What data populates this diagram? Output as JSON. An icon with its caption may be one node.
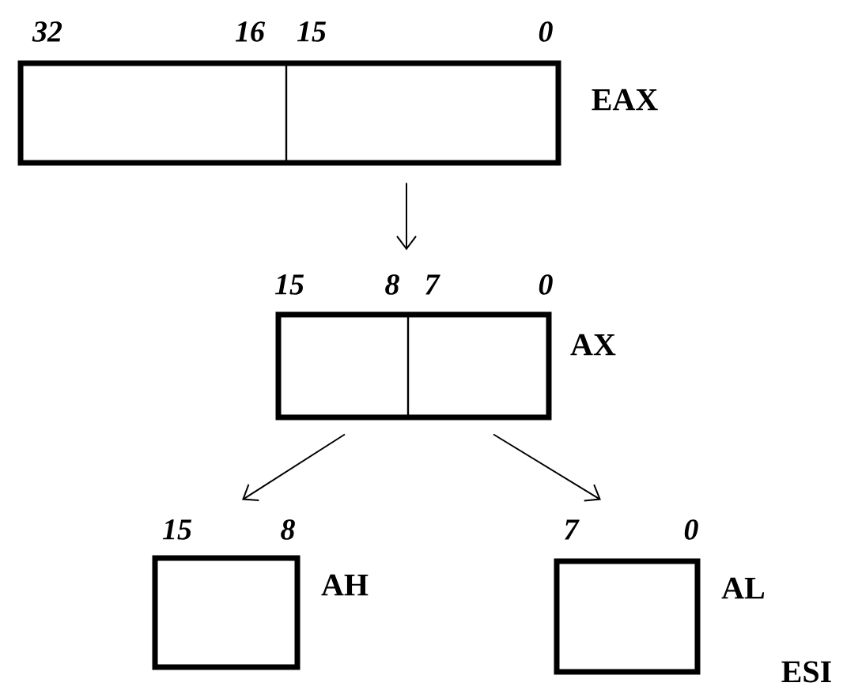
{
  "diagram": {
    "nodes": [
      {
        "text": [],
        "shape": "box",
        "beside": [
          "32",
          "16",
          "15",
          "0",
          "EAX"
        ]
      },
      {
        "text": [],
        "shape": "box",
        "beside": [
          "15",
          "8",
          "7",
          "0",
          "AX"
        ]
      },
      {
        "text": [],
        "shape": "box",
        "beside": [
          "15",
          "8",
          "AH"
        ]
      },
      {
        "text": [],
        "shape": "box",
        "beside": [
          "7",
          "0",
          "AL"
        ]
      }
    ],
    "edges": [
      {
        "from": 0,
        "to": 1,
        "arrow": "to"
      },
      {
        "from": 1,
        "to": 2,
        "arrow": "to"
      },
      {
        "from": 1,
        "to": 3,
        "arrow": "to"
      }
    ],
    "labels": [
      "ESI"
    ]
  }
}
